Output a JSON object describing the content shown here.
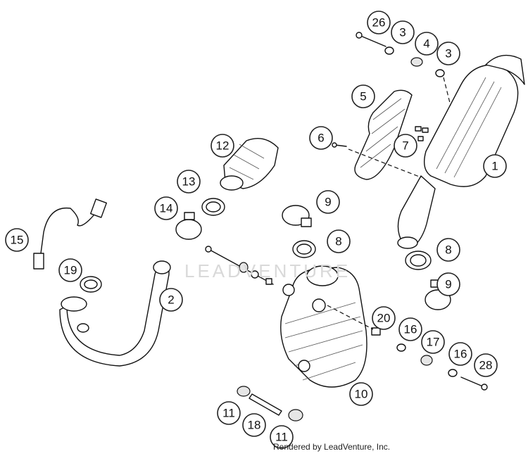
{
  "credit": "Rendered by LeadVenture, Inc.",
  "watermark": "LEADVENTURE",
  "callouts": [
    {
      "label": "26"
    },
    {
      "label": "3"
    },
    {
      "label": "4"
    },
    {
      "label": "3"
    },
    {
      "label": "5"
    },
    {
      "label": "6"
    },
    {
      "label": "7"
    },
    {
      "label": "1"
    },
    {
      "label": "12"
    },
    {
      "label": "13"
    },
    {
      "label": "14"
    },
    {
      "label": "9"
    },
    {
      "label": "15"
    },
    {
      "label": "8"
    },
    {
      "label": "8"
    },
    {
      "label": "19"
    },
    {
      "label": "2"
    },
    {
      "label": "9"
    },
    {
      "label": "20"
    },
    {
      "label": "16"
    },
    {
      "label": "17"
    },
    {
      "label": "16"
    },
    {
      "label": "28"
    },
    {
      "label": "10"
    },
    {
      "label": "11"
    },
    {
      "label": "18"
    },
    {
      "label": "11"
    }
  ]
}
